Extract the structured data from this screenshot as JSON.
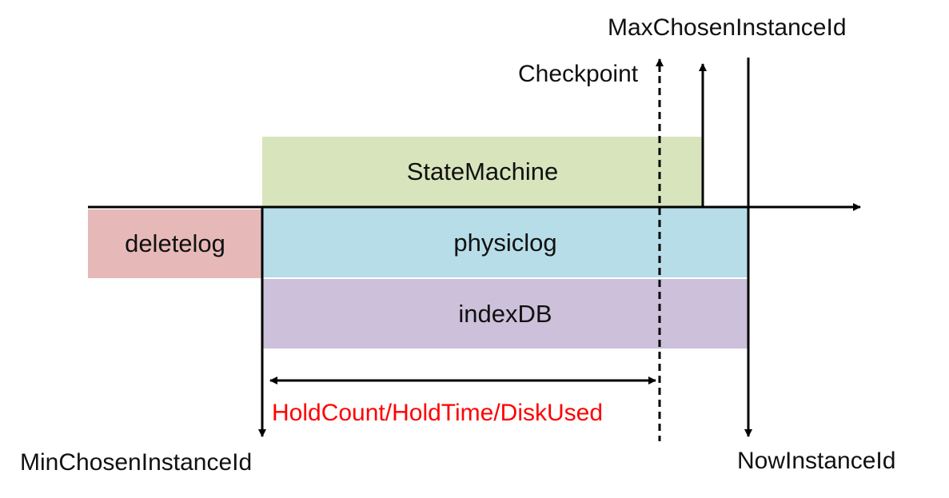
{
  "colors": {
    "statemachine": "#d8e4bc",
    "physiclog": "#b7dde8",
    "indexdb": "#ccc0da",
    "deletelog": "#e6b9b8",
    "hold_text": "#ff0000"
  },
  "blocks": {
    "statemachine": "StateMachine",
    "physiclog": "physiclog",
    "indexdb": "indexDB",
    "deletelog": "deletelog"
  },
  "labels": {
    "max_chosen": "MaxChosenInstanceId",
    "checkpoint": "Checkpoint",
    "min_chosen": "MinChosenInstanceId",
    "now_instance": "NowInstanceId",
    "hold": "HoldCount/HoldTime/DiskUsed"
  }
}
